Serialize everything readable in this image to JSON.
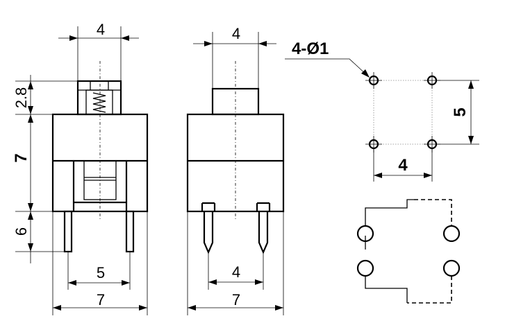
{
  "dimensions": {
    "left_top_width": "4",
    "left_height_stem": "2.8",
    "left_height_body": "7",
    "left_height_pins": "6",
    "left_pin_spacing": "5",
    "left_total_width": "7",
    "middle_top_width": "4",
    "middle_pin_spacing": "4",
    "middle_total_width": "7",
    "hole_callout": "4-Ø1",
    "hole_spacing_vertical": "5",
    "hole_spacing_horizontal": "4"
  }
}
